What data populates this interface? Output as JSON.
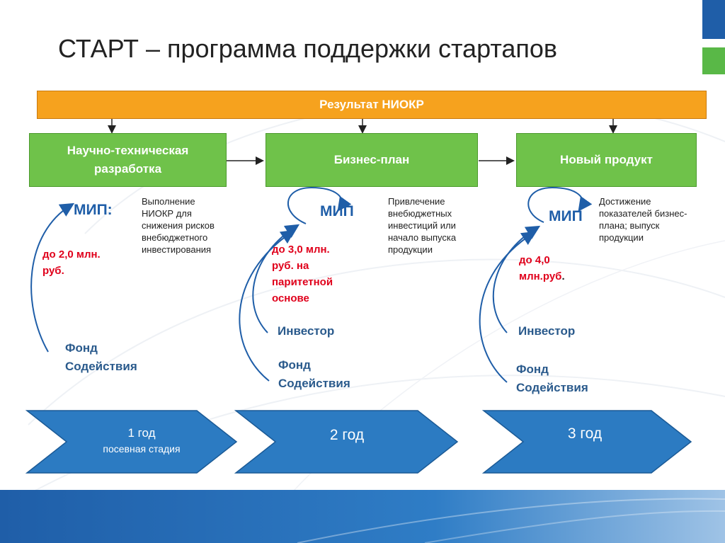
{
  "title": "СТАРТ – программа поддержки стартапов",
  "top_box": "Результат НИОКР",
  "stages": [
    {
      "box_line1": "Научно-техническая",
      "box_line2": "разработка"
    },
    {
      "box": "Бизнес-план"
    },
    {
      "box": "Новый продукт"
    }
  ],
  "col1": {
    "mip": "МИП:",
    "desc": [
      "Выполнение",
      "НИОКР для",
      "снижения рисков",
      "внебюджетного",
      "инвестирования"
    ],
    "amount": [
      "до 2,0 млн.",
      "руб."
    ],
    "fund": [
      "Фонд",
      "Содействия"
    ]
  },
  "col2": {
    "mip": "МИП",
    "desc": [
      "Привлечение",
      "внебюджетных",
      "инвестиций или",
      "начало выпуска",
      "продукции"
    ],
    "amount": [
      "до 3,0 млн.",
      "руб. на",
      "паритетной",
      "основе"
    ],
    "investor": "Инвестор",
    "fund": [
      "Фонд",
      "Содействия"
    ]
  },
  "col3": {
    "mip": "МИП",
    "desc": [
      "Достижение",
      "показателей бизнес-",
      "плана; выпуск",
      "продукции"
    ],
    "amount": [
      "до 4,0",
      "млн.руб"
    ],
    "amount_dot": ".",
    "investor": "Инвестор",
    "fund": [
      "Фонд",
      "Содействия"
    ]
  },
  "years": [
    {
      "label": "1 год",
      "sub": "посевная стадия"
    },
    {
      "label": "2 год"
    },
    {
      "label": "3 год"
    }
  ],
  "colors": {
    "orange": "#f6a21e",
    "green": "#6fc24a",
    "blue": "#1f5ea8",
    "red": "#e0001b",
    "chevron": "#2c7bc2"
  }
}
